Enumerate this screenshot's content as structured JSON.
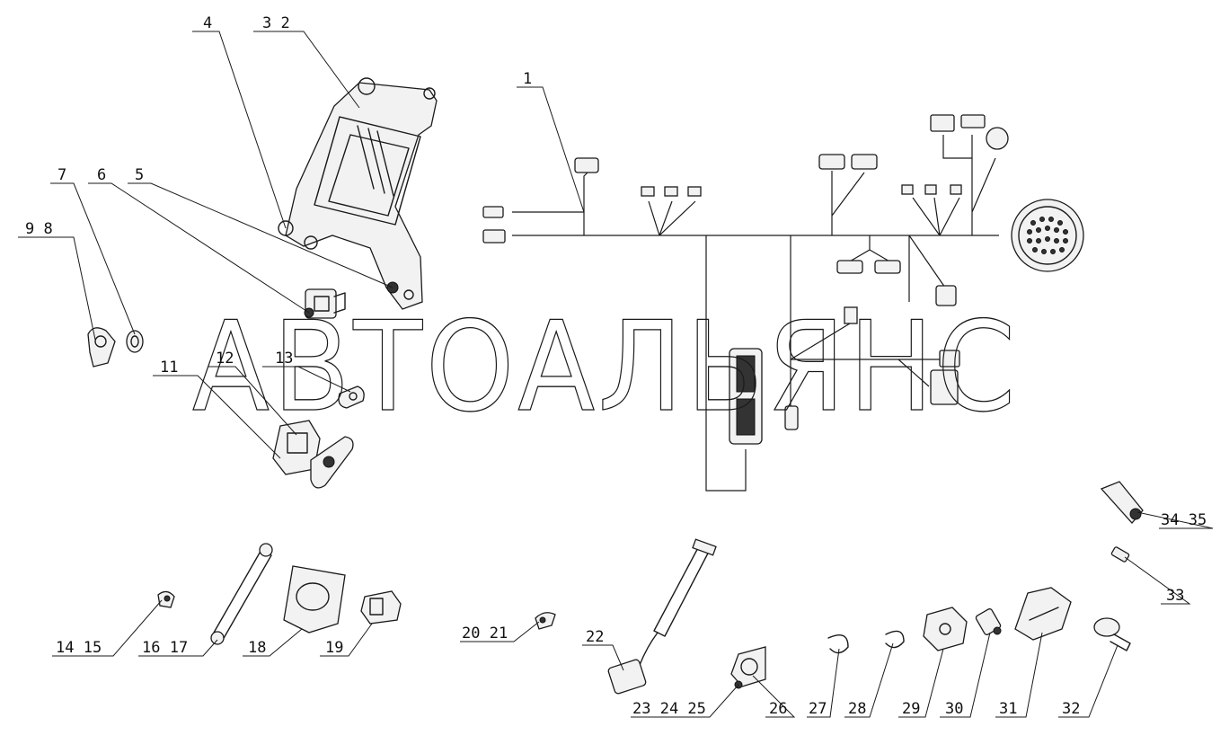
{
  "watermark": "АВТОАЛЬЯНС",
  "callouts": [
    {
      "id": "c1",
      "label": "1"
    },
    {
      "id": "c2",
      "label": "3 2"
    },
    {
      "id": "c3",
      "label": "4"
    },
    {
      "id": "c4",
      "label": "5"
    },
    {
      "id": "c5",
      "label": "6"
    },
    {
      "id": "c6",
      "label": "7"
    },
    {
      "id": "c7",
      "label": "9 8"
    },
    {
      "id": "c8",
      "label": "11"
    },
    {
      "id": "c9",
      "label": "12"
    },
    {
      "id": "c10",
      "label": "13"
    },
    {
      "id": "c11",
      "label": "14 15"
    },
    {
      "id": "c12",
      "label": "16 17"
    },
    {
      "id": "c13",
      "label": "18"
    },
    {
      "id": "c14",
      "label": "19"
    },
    {
      "id": "c15",
      "label": "20 21"
    },
    {
      "id": "c16",
      "label": "22"
    },
    {
      "id": "c17",
      "label": "23 24 25"
    },
    {
      "id": "c18",
      "label": "26"
    },
    {
      "id": "c19",
      "label": "27"
    },
    {
      "id": "c20",
      "label": "28"
    },
    {
      "id": "c21",
      "label": "29"
    },
    {
      "id": "c22",
      "label": "30"
    },
    {
      "id": "c23",
      "label": "31"
    },
    {
      "id": "c24",
      "label": "32"
    },
    {
      "id": "c25",
      "label": "33"
    },
    {
      "id": "c26",
      "label": "34 35"
    }
  ]
}
